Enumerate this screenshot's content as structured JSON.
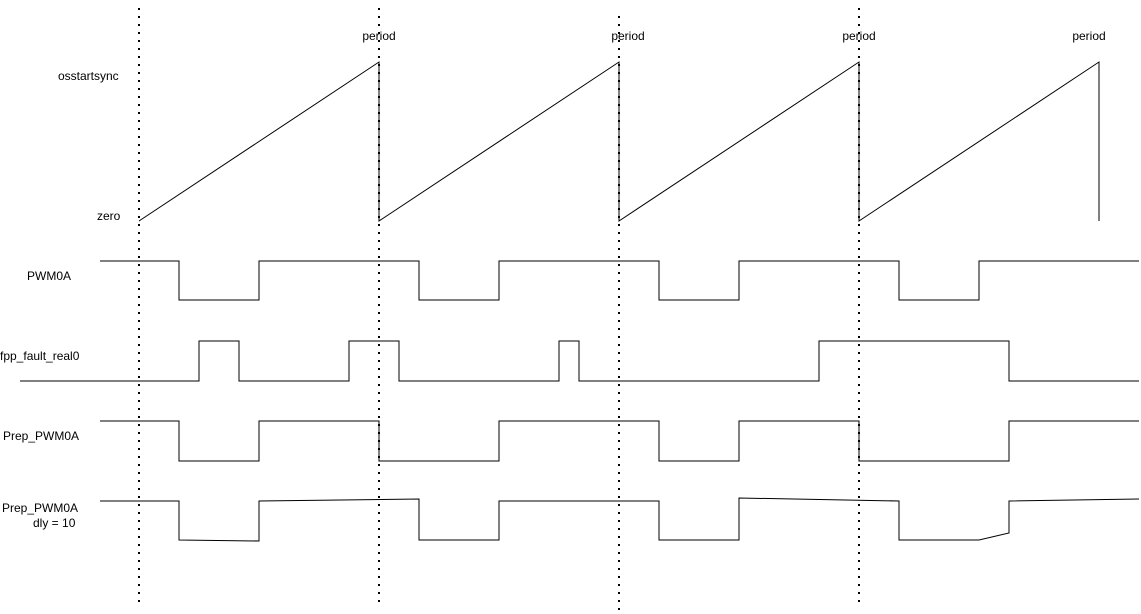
{
  "labels": {
    "osstartsync": "osstartsync",
    "zero": "zero",
    "pwm0a": "PWM0A",
    "fpp_fault": "fpp_fault_real0",
    "prep_pwm0a": "Prep_PWM0A",
    "prep_pwm0a_dly_line1": "Prep_PWM0A",
    "prep_pwm0a_dly_line2": "dly = 10",
    "period_1": "period",
    "period_2": "period",
    "period_3": "period",
    "period_4": "period"
  },
  "colors": {
    "stroke": "#000000",
    "background": "#ffffff"
  }
}
